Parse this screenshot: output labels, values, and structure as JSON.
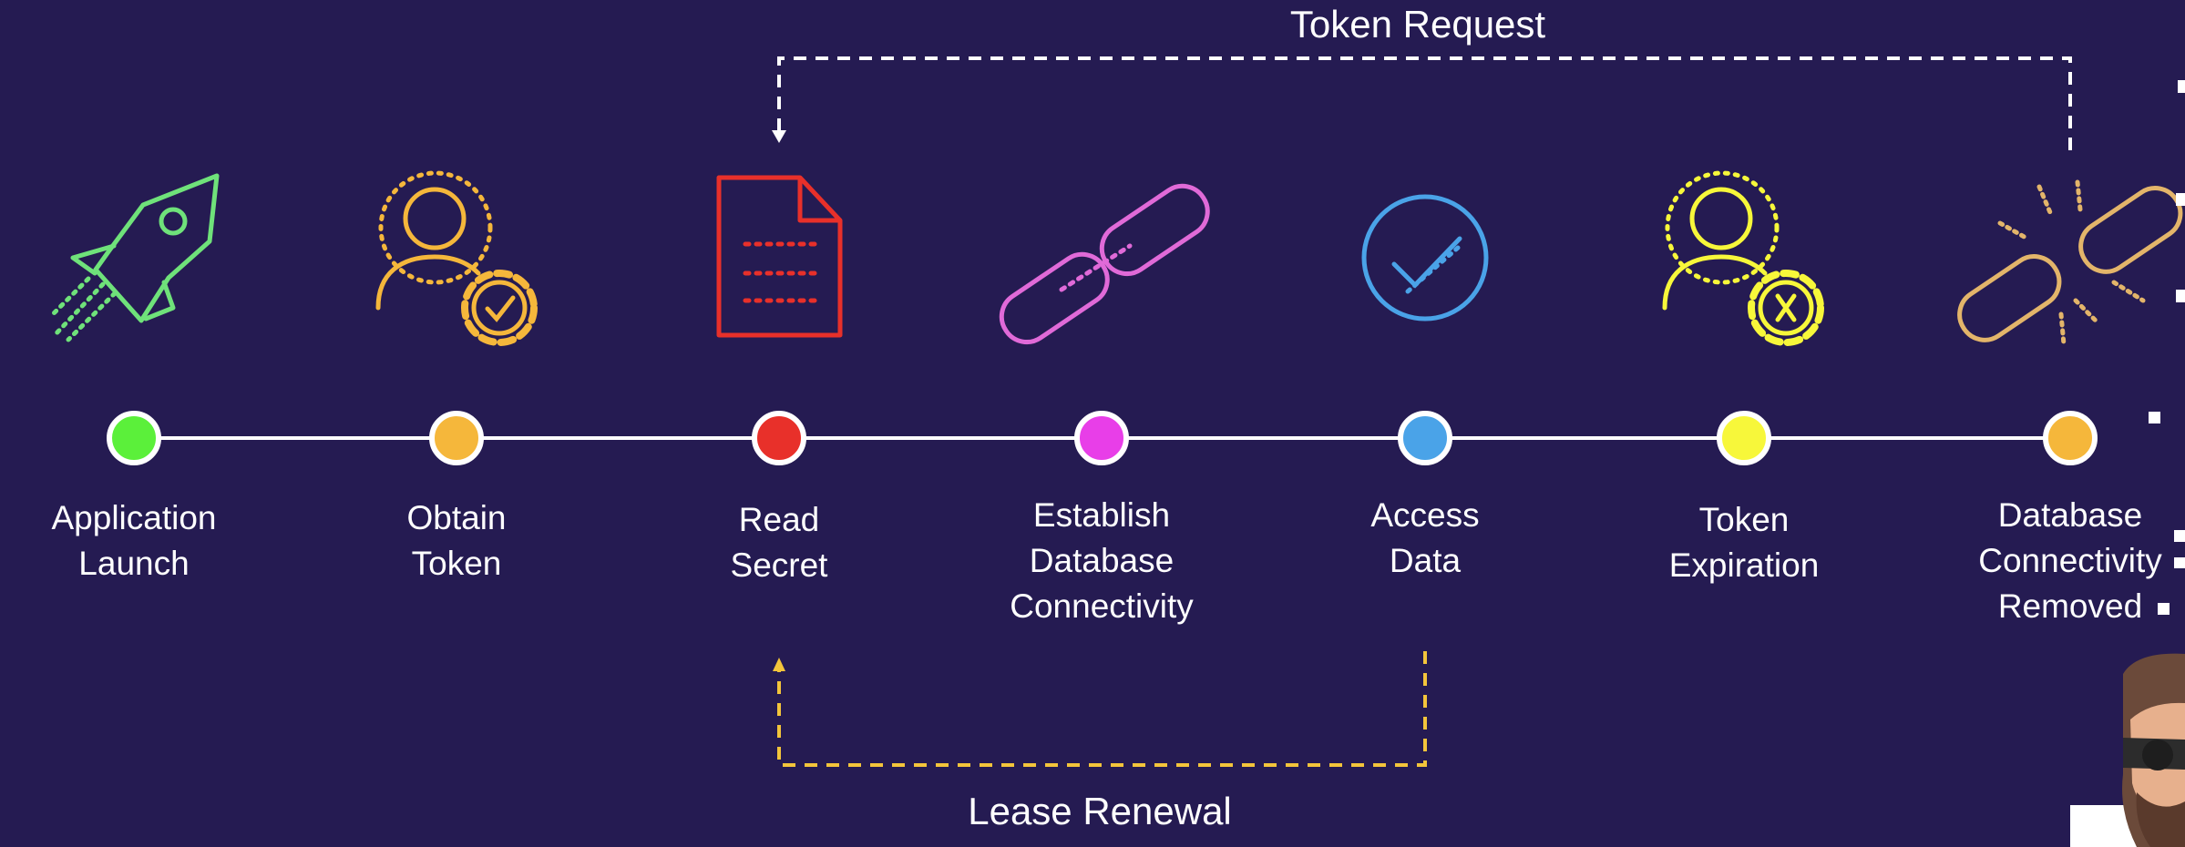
{
  "loops": {
    "token_request": {
      "label": "Token Request",
      "color": "#ffffff"
    },
    "lease_renewal": {
      "label": "Lease Renewal",
      "color": "#f3c53b"
    }
  },
  "steps": [
    {
      "lines": [
        "Application",
        "Launch"
      ],
      "dot_color": "#5bf03a",
      "icon": "rocket-icon",
      "icon_color": "#6fe27a"
    },
    {
      "lines": [
        "Obtain",
        "Token"
      ],
      "dot_color": "#f5b73b",
      "icon": "user-gear-check-icon",
      "icon_color": "#f5b73b"
    },
    {
      "lines": [
        "Read",
        "Secret"
      ],
      "dot_color": "#e8302a",
      "icon": "document-icon",
      "icon_color": "#e8302a"
    },
    {
      "lines": [
        "Establish",
        "Database",
        "Connectivity"
      ],
      "dot_color": "#e83ee8",
      "icon": "chain-link-icon",
      "icon_color": "#e06ad8"
    },
    {
      "lines": [
        "Access",
        "Data"
      ],
      "dot_color": "#4aa3e8",
      "icon": "check-circle-icon",
      "icon_color": "#4aa3e8"
    },
    {
      "lines": [
        "Token",
        "Expiration"
      ],
      "dot_color": "#f7f73a",
      "icon": "user-gear-x-icon",
      "icon_color": "#f7f73a"
    },
    {
      "lines": [
        "Database",
        "Connectivity",
        "Removed"
      ],
      "dot_color": "#f5b73b",
      "icon": "broken-link-icon",
      "icon_color": "#e3b56a"
    }
  ]
}
